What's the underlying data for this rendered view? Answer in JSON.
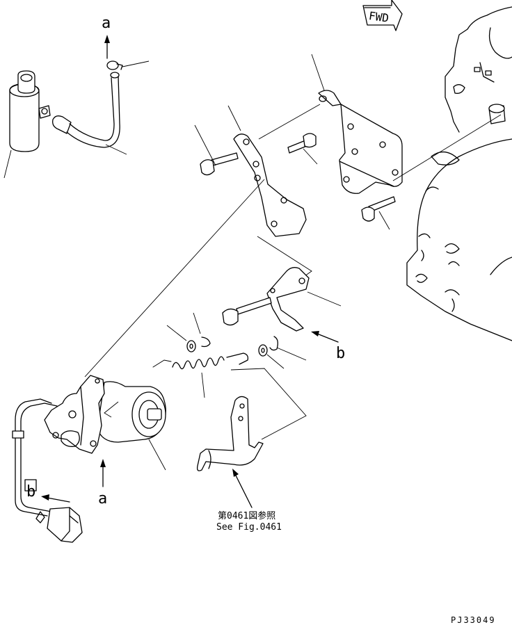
{
  "labels": {
    "fwd": "FWD",
    "callout_a_top": "a",
    "callout_a_bottom": "a",
    "callout_b_right": "b",
    "callout_b_left": "b",
    "ref_japanese": "第0461図参照",
    "ref_english": "See Fig.0461",
    "drawing_id": "PJ33049"
  }
}
